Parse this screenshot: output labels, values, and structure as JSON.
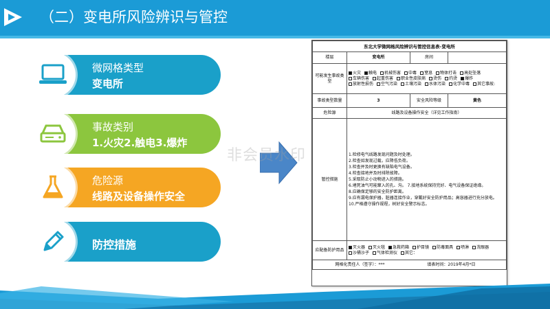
{
  "header": {
    "title": "（二）变电所风险辨识与管控"
  },
  "cards": [
    {
      "label": "微网格类型",
      "value": "变电所",
      "color": "#1aa0c9",
      "icon": "laptop-icon"
    },
    {
      "label": "事故类别",
      "value": "1.火灾2.触电3.爆炸",
      "color": "#8cc63e",
      "icon": "hard-drive-icon"
    },
    {
      "label": "危险源",
      "value": "线路及设备操作安全",
      "color": "#f5a623",
      "icon": "flask-icon"
    },
    {
      "label": "防控措施",
      "value": "",
      "color": "#1aa0c9",
      "icon": "pencil-icon"
    }
  ],
  "watermark": "非会员水印",
  "document": {
    "title": "东北大学微网格风险辨识与管控信息表-变电所",
    "row_place": {
      "label": "楼层",
      "value": "变电所",
      "room_label": "房间",
      "room_value": ""
    },
    "accident_label": "可能发生事故类型",
    "accident_options": [
      {
        "text": "火灾",
        "checked": true
      },
      {
        "text": "触电",
        "checked": true
      },
      {
        "text": "机械伤害",
        "checked": false
      },
      {
        "text": "中毒",
        "checked": false
      },
      {
        "text": "窒息",
        "checked": false
      },
      {
        "text": "物体打击",
        "checked": false
      },
      {
        "text": "高处坠落",
        "checked": false
      },
      {
        "text": "车辆伤害",
        "checked": false
      },
      {
        "text": "起重伤害",
        "checked": false
      },
      {
        "text": "职业性皮肤病",
        "checked": false
      },
      {
        "text": "烫伤",
        "checked": false
      },
      {
        "text": "灼烫",
        "checked": false
      },
      {
        "text": "爆炸",
        "checked": true
      },
      {
        "text": "放射性损伤",
        "checked": false
      },
      {
        "text": "空气污染",
        "checked": false
      },
      {
        "text": "土壤污染",
        "checked": false
      },
      {
        "text": "水体污染",
        "checked": false
      },
      {
        "text": "化学中毒",
        "checked": false
      },
      {
        "text": "其它事故:",
        "checked": false
      }
    ],
    "count_row": {
      "label": "事故类型数量",
      "value": "3",
      "risk_label": "安全风险等级",
      "risk_value": "黄色"
    },
    "hazard_row": {
      "label": "危险源",
      "value": "线路及设备操作安全（详见工作指南）"
    },
    "measures_label": "管控措施",
    "measures": [
      "1.检修电气线路发现问题及时处理。",
      "2.检查如发现过载，应降低负荷。",
      "3.检查并及时更换有缺陷电气设备。",
      "4.检查接地并及时排除故障。",
      "5.采取防止小动物进入的措施。",
      "6.堵死油气可能窜入的孔、沟。 7.接地系统保持完好、电气设备保证绝缘。",
      "8.应确保足够的安全防护距离。",
      "9.应有漏电保护器，脏器连接作业，穿戴好安全防护用品；高容器进行充分放电。",
      "10.严格遵守操作规程，树好安全警示标志。"
    ],
    "equipment_label": "应配备防护用品",
    "equipment_options": [
      {
        "text": "灭火器",
        "checked": true
      },
      {
        "text": "灭火毯",
        "checked": false
      },
      {
        "text": "急救药箱",
        "checked": true
      },
      {
        "text": "护目镜",
        "checked": false
      },
      {
        "text": "防毒面具",
        "checked": false
      },
      {
        "text": "喷淋",
        "checked": false
      },
      {
        "text": "洗眼器",
        "checked": false
      },
      {
        "text": "沙桶沙子",
        "checked": false
      },
      {
        "text": "气体检测仪",
        "checked": false
      },
      {
        "text": "其它：",
        "checked": false
      }
    ],
    "footer": {
      "responsible": "网格化责任人（签字）：***",
      "date": "填表时间：2019年4月*日"
    }
  }
}
